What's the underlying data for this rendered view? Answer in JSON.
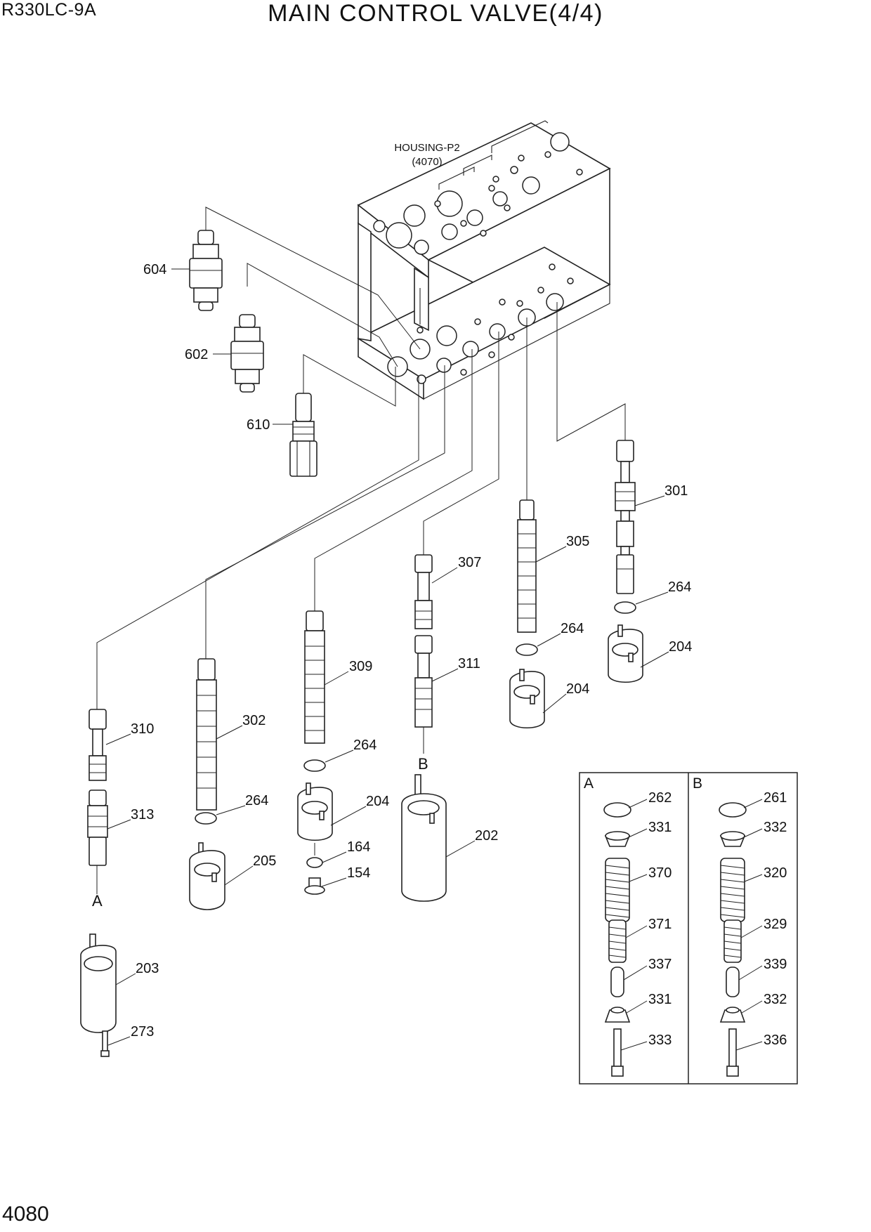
{
  "header": {
    "model": "R330LC-9A",
    "title": "MAIN CONTROL VALVE(4/4)"
  },
  "footer": {
    "page_number": "4080"
  },
  "housing": {
    "name": "HOUSING-P2",
    "ref": "(4070)"
  },
  "callouts": [
    {
      "id": "c604",
      "text": "604"
    },
    {
      "id": "c602",
      "text": "602"
    },
    {
      "id": "c610",
      "text": "610"
    },
    {
      "id": "c301",
      "text": "301"
    },
    {
      "id": "c305",
      "text": "305"
    },
    {
      "id": "c307",
      "text": "307"
    },
    {
      "id": "c311",
      "text": "311"
    },
    {
      "id": "c309",
      "text": "309"
    },
    {
      "id": "c302",
      "text": "302"
    },
    {
      "id": "c310",
      "text": "310"
    },
    {
      "id": "c313",
      "text": "313"
    },
    {
      "id": "c264a",
      "text": "264"
    },
    {
      "id": "c264b",
      "text": "264"
    },
    {
      "id": "c264c",
      "text": "264"
    },
    {
      "id": "c264d",
      "text": "264"
    },
    {
      "id": "c204a",
      "text": "204"
    },
    {
      "id": "c204b",
      "text": "204"
    },
    {
      "id": "c204c",
      "text": "204"
    },
    {
      "id": "c202",
      "text": "202"
    },
    {
      "id": "c205",
      "text": "205"
    },
    {
      "id": "c164",
      "text": "164"
    },
    {
      "id": "c154",
      "text": "154"
    },
    {
      "id": "c203",
      "text": "203"
    },
    {
      "id": "c273",
      "text": "273"
    }
  ],
  "markers": {
    "a": "A",
    "b": "B"
  },
  "inset": {
    "a": {
      "label": "A",
      "parts": [
        "262",
        "331",
        "370",
        "371",
        "337",
        "331",
        "333"
      ]
    },
    "b": {
      "label": "B",
      "parts": [
        "261",
        "332",
        "320",
        "329",
        "339",
        "332",
        "336"
      ]
    }
  }
}
